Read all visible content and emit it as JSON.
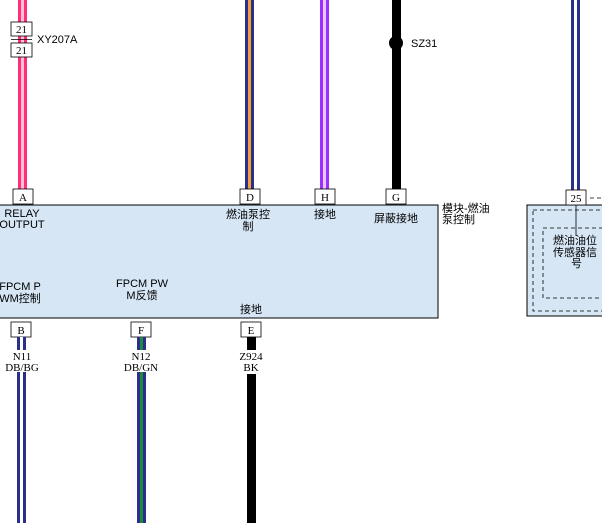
{
  "connector_top": {
    "pin_upper": "21",
    "pin_lower": "21",
    "label": "XY207A"
  },
  "splice": {
    "label": "SZ31"
  },
  "module": {
    "name_line1": "模块-燃油",
    "name_line2": "泵控制",
    "pins_top": [
      {
        "pin": "A",
        "label_line1": "RELAY",
        "label_line2": "OUTPUT"
      },
      {
        "pin": "D",
        "label_line1": "燃油泵控",
        "label_line2": "制"
      },
      {
        "pin": "H",
        "label_line1": "接地",
        "label_line2": ""
      },
      {
        "pin": "G",
        "label_line1": "屏蔽接地",
        "label_line2": ""
      }
    ],
    "pins_bottom": [
      {
        "pin": "B",
        "label_line1": "FPCM P",
        "label_line2": "WM控制",
        "wire_code": "N11",
        "wire_color": "DB/BG"
      },
      {
        "pin": "F",
        "label_line1": "FPCM PW",
        "label_line2": "M反馈",
        "wire_code": "N12",
        "wire_color": "DB/GN"
      },
      {
        "pin": "E",
        "label_line1": "接地",
        "label_line2": "",
        "wire_code": "Z924",
        "wire_color": "BK"
      }
    ]
  },
  "sensor": {
    "pin": "25",
    "label_line1": "燃油油位",
    "label_line2": "传感器信",
    "label_line3": "号"
  },
  "colors": {
    "module_fill": "#d6e6f5",
    "wire_pink": "#ff2d7a",
    "wire_orange": "#f0a040",
    "wire_navy": "#2a2f8c",
    "wire_violet": "#9b30ff",
    "wire_black": "#000000",
    "wire_green": "#1d8c3a"
  }
}
